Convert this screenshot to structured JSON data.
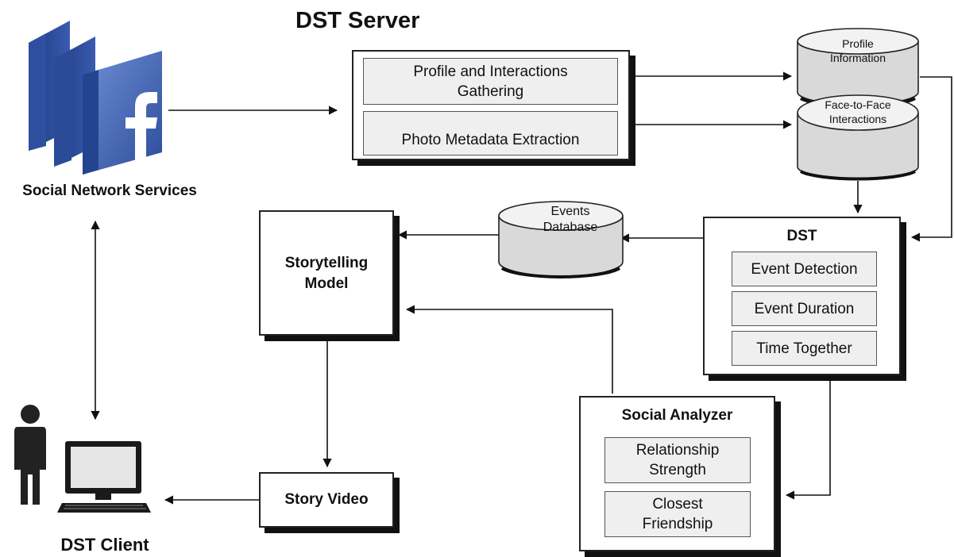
{
  "server_title": "DST Server",
  "sns": {
    "label": "Social Network Services",
    "icon": "facebook-logo-icon",
    "color": "#3b5ea8"
  },
  "client": {
    "label": "DST Client",
    "icon": "user-at-computer-icon"
  },
  "gathering": {
    "profile_line1": "Profile and Interactions",
    "profile_line2": "Gathering",
    "photo": "Photo Metadata Extraction"
  },
  "databases": {
    "profile_line1": "Profile",
    "profile_line2": "Information",
    "face_line1": "Face-to-Face",
    "face_line2": "Interactions",
    "events_line1": "Events",
    "events_line2": "Database"
  },
  "dst": {
    "title": "DST",
    "items": [
      "Event Detection",
      "Event Duration",
      "Time Together"
    ]
  },
  "social": {
    "title": "Social Analyzer",
    "item1_line1": "Relationship",
    "item1_line2": "Strength",
    "item2_line1": "Closest",
    "item2_line2": "Friendship"
  },
  "storytelling": {
    "line1": "Storytelling",
    "line2": "Model"
  },
  "story_video": "Story Video"
}
